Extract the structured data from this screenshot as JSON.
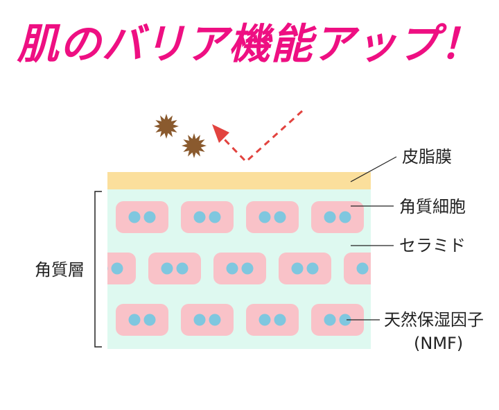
{
  "title": "肌のバリア機能アップ！",
  "labels": {
    "sebum_film": "皮脂膜",
    "keratinocyte": "角質細胞",
    "ceramide": "セラミド",
    "nmf_line1": "天然保湿因子",
    "nmf_line2": "(NMF)",
    "stratum_corneum": "角質層"
  },
  "colors": {
    "title": "#ee0f82",
    "sebum_film": "#fbdf9c",
    "ceramide_bg": "#def9f0",
    "cell": "#f9c2c8",
    "nucleus": "#7fc7df",
    "arrow": "#e2433f",
    "irritant": "#8a5a2e"
  }
}
